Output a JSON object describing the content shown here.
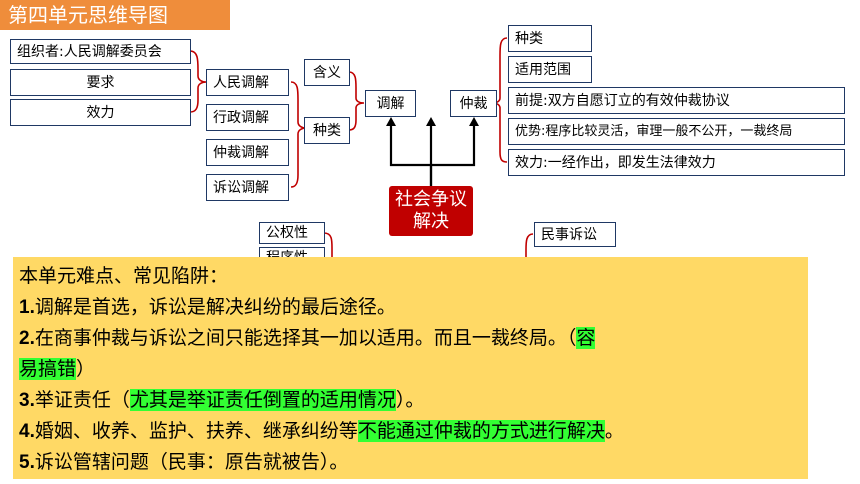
{
  "title": "第四单元思维导图",
  "center": "社会争议解决",
  "left_group": {
    "attributes": [
      "组织者:人民调解委员会",
      "要求",
      "效力"
    ],
    "types": [
      "人民调解",
      "行政调解",
      "仲裁调解",
      "诉讼调解"
    ],
    "meaning": "含义",
    "kinds": "种类",
    "label": "调解"
  },
  "right_group": {
    "label": "仲裁",
    "items": [
      "种类",
      "适用范围",
      "前提:双方自愿订立的有效仲裁协议",
      "优势:程序比较灵活，审理一般不公开，一裁终局",
      "效力:一经作出，即发生法律效力"
    ]
  },
  "bottom_left": [
    "公权性",
    "程序性"
  ],
  "bottom_right": [
    "民事诉讼"
  ],
  "notes": {
    "heading": "本单元难点、常见陷阱：",
    "l1_num": "1.",
    "l1": "调解是首选，诉讼是解决纠纷的最后途径。",
    "l2_num": "2.",
    "l2_a": "在商事仲裁与诉讼之间只能选择其一加以适用。而且一裁终局。（",
    "l2_hl": "容",
    "l2b_hl": "易搞错",
    "l2b_b": "）",
    "l3_num": "3.",
    "l3_a": "举证责任（",
    "l3_hl": "尤其是举证责任倒置的适用情况",
    "l3_b": "）。",
    "l4_num": "4.",
    "l4_a": "婚姻、收养、监护、扶养、继承纠纷等",
    "l4_hl": "不能通过仲裁的方式进行解决",
    "l4_b": "。",
    "l5_num": "5.",
    "l5": "诉讼管辖问题（民事：原告就被告）。"
  },
  "colors": {
    "title_bg": "#ef8d3b",
    "center_bg": "#c00000",
    "bracket": "#c00000",
    "box_border": "#1f3864",
    "note_bg": "#ffd965",
    "highlight": "#33ff33"
  }
}
